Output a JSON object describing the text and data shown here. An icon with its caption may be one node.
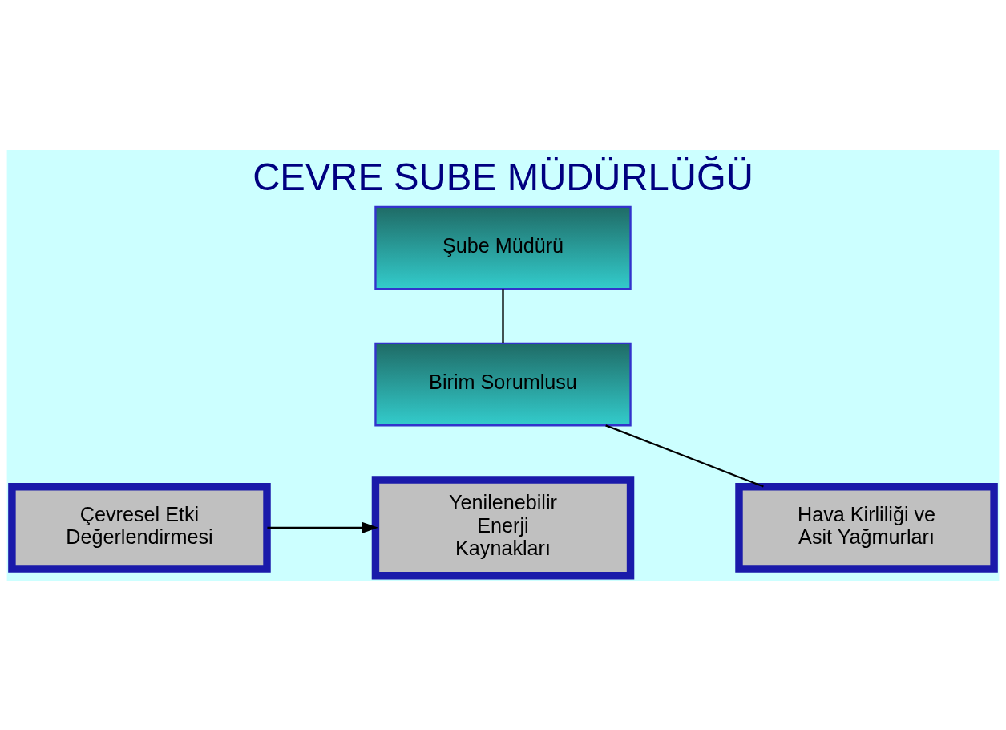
{
  "diagram": {
    "title": "CEVRE SUBE MÜDÜRLÜĞÜ",
    "nodes": [
      {
        "text": [
          "Şube Müdürü"
        ]
      },
      {
        "text": [
          "Birim Sorumlusu"
        ]
      },
      {
        "text": [
          "Çevresel Etki Değerlendirmesi"
        ]
      },
      {
        "text": [
          "Yenilenebilir Enerji Kaynakları"
        ]
      },
      {
        "text": [
          "Hava Kirliliği ve Asit Yağmurları"
        ]
      }
    ],
    "edges": [
      {
        "from": 0,
        "to": 1,
        "arrow": "none"
      },
      {
        "from": 1,
        "to": 4,
        "arrow": "none"
      },
      {
        "from": 2,
        "to": 3,
        "arrow": "to"
      }
    ]
  }
}
